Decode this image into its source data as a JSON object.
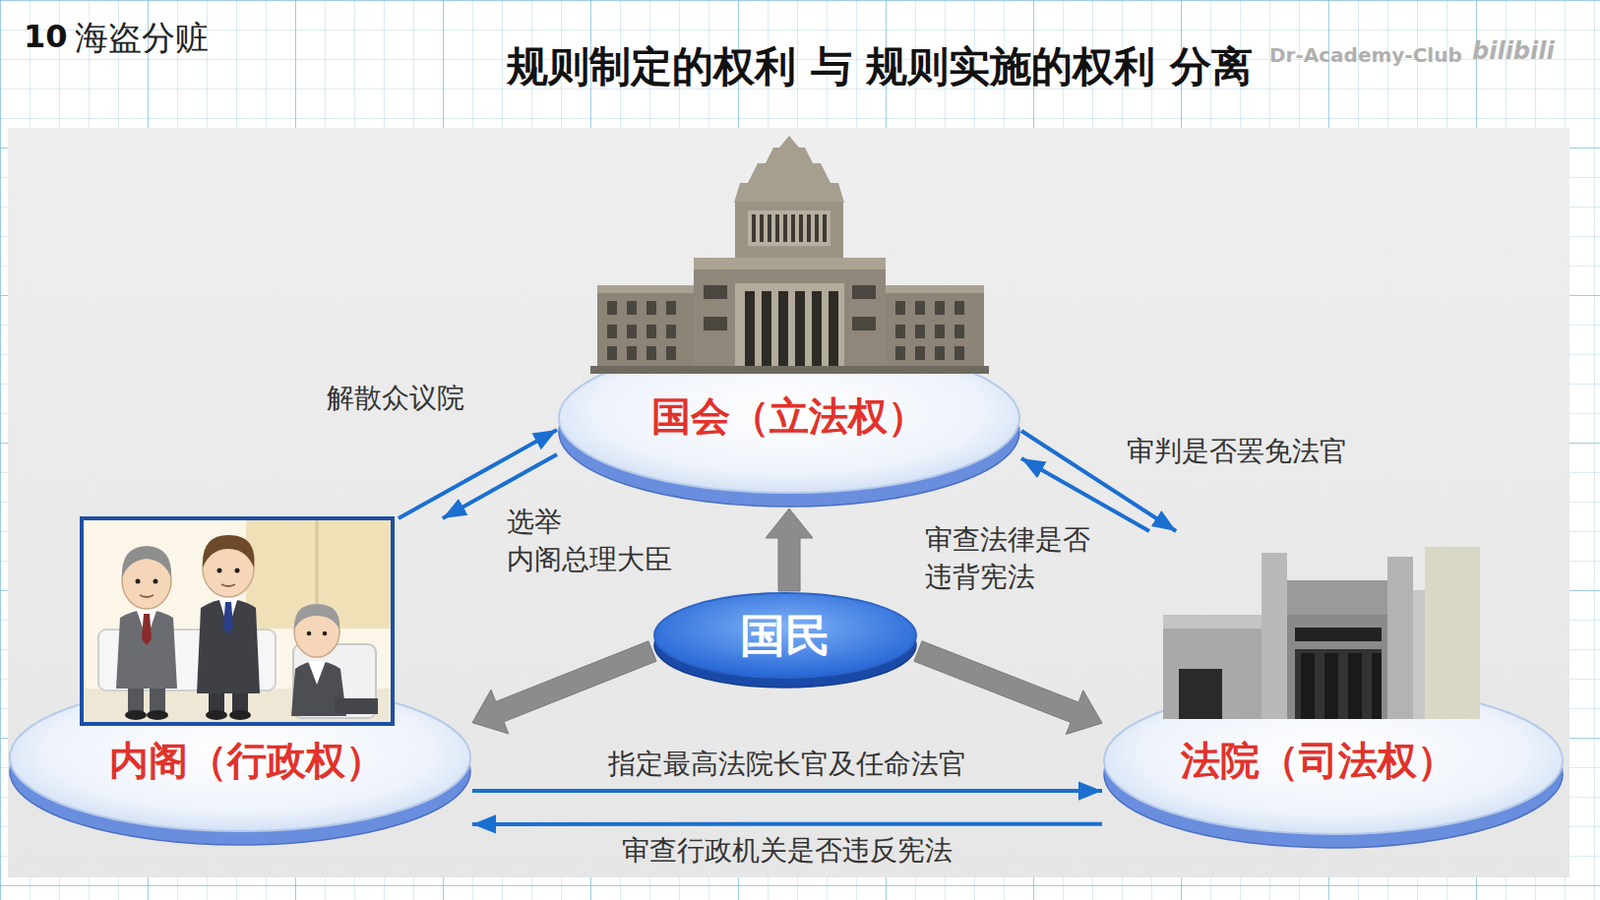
{
  "diagram": {
    "title": "规则制定的权利 与 规则实施的权利 分离",
    "nodes": [
      {
        "text": [
          "国会（立法权）"
        ]
      },
      {
        "text": [
          "国民"
        ]
      },
      {
        "text": [
          "内阁（行政权）"
        ]
      },
      {
        "text": [
          "法院（司法权）"
        ]
      }
    ],
    "edges": [
      {
        "from": 0,
        "to": 2,
        "label": "选举 内阁总理大臣",
        "arrow": "to"
      },
      {
        "from": 2,
        "to": 0,
        "label": "解散众议院",
        "arrow": "to"
      },
      {
        "from": 0,
        "to": 3,
        "label": "审判是否罢免法官",
        "arrow": "to"
      },
      {
        "from": 3,
        "to": 0,
        "label": "审查法律是否 违背宪法",
        "arrow": "to"
      },
      {
        "from": 2,
        "to": 3,
        "label": "指定最高法院长官及任命法官",
        "arrow": "to"
      },
      {
        "from": 3,
        "to": 2,
        "label": "审查行政机关是否违反宪法",
        "arrow": "to"
      },
      {
        "from": 1,
        "to": 0,
        "arrow": "to"
      },
      {
        "from": 1,
        "to": 2,
        "arrow": "to"
      },
      {
        "from": 1,
        "to": 3,
        "arrow": "to"
      }
    ],
    "labels": [
      "10",
      "海盗分赃",
      "Dr-Academy-Club",
      "bilibili"
    ]
  }
}
